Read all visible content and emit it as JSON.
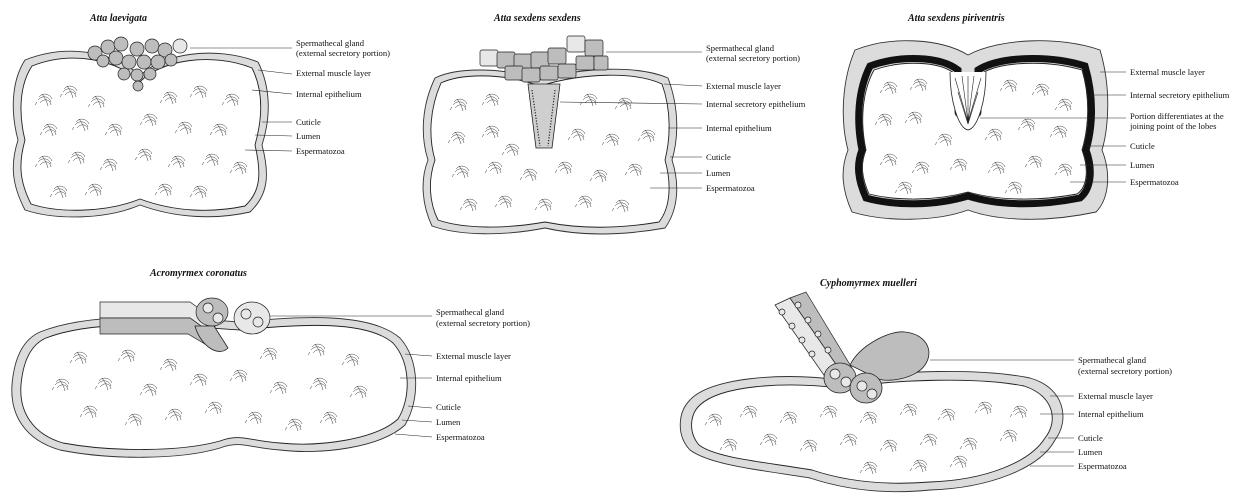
{
  "colors": {
    "background": "#ffffff",
    "wall_fill": "#dcdcdc",
    "gland_fill": "#bdbdbd",
    "ink": "#111111"
  },
  "panels": [
    {
      "id": "atta-laevigata",
      "title": "Atta laevigata",
      "labels": [
        "Spermathecal gland",
        "(external secretory portion)",
        "External muscle layer",
        "Internal epithelium",
        "Cuticle",
        "Lumen",
        "Espermatozoa"
      ]
    },
    {
      "id": "atta-sexdens-sexdens",
      "title": "Atta sexdens sexdens",
      "labels": [
        "Spermathecal gland",
        "(external secretory portion)",
        "External muscle layer",
        "Internal secretory epithelium",
        "Internal epithelium",
        "Cuticle",
        "Lumen",
        "Espermatozoa"
      ]
    },
    {
      "id": "atta-sexdens-piriventris",
      "title": "Atta sexdens piriventris",
      "labels": [
        "External muscle layer",
        "Internal secretory epithelium",
        "Portion differentiates at the",
        "joining point of the lobes",
        "Cuticle",
        "Lumen",
        "Espermatozoa"
      ]
    },
    {
      "id": "acromyrmex-coronatus",
      "title": "Acromyrmex coronatus",
      "labels": [
        "Spermathecal gland",
        "(external secretory portion)",
        "External muscle layer",
        "Internal epithelium",
        "Cuticle",
        "Lumen",
        "Espermatozoa"
      ]
    },
    {
      "id": "cyphomyrmex-muelleri",
      "title": "Cyphomyrmex muelleri",
      "labels": [
        "Spermathecal gland",
        "(external secretory portion)",
        "External muscle layer",
        "Internal epithelium",
        "Cuticle",
        "Lumen",
        "Espermatozoa"
      ]
    }
  ]
}
